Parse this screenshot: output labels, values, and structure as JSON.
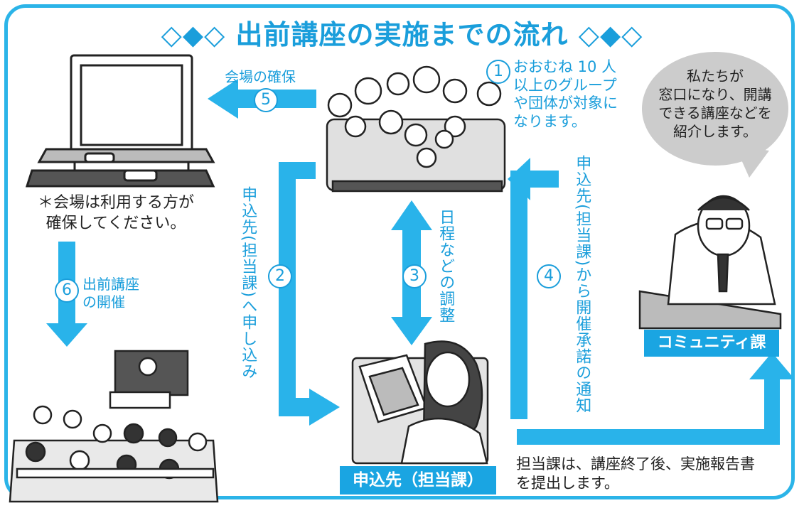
{
  "title": "◇◆◇ 出前講座の実施までの流れ ◇◆◇",
  "colors": {
    "accent": "#1a9edb",
    "frame": "#2bb4e8",
    "bubble": "#cccccc"
  },
  "steps": {
    "s1": {
      "num": "1",
      "text": "おおむね 10 人\n以上のグループ\nや団体が対象に\nなります。"
    },
    "s2": {
      "num": "2",
      "text": "申込先(担当課)へ申し込み"
    },
    "s3": {
      "num": "3",
      "text": "日程などの調整"
    },
    "s4": {
      "num": "4",
      "text": "申込先(担当課)から開催承諾の通知"
    },
    "s5": {
      "num": "5",
      "text": "会場の確保"
    },
    "s6": {
      "num": "6",
      "text": "出前講座\nの開催"
    }
  },
  "venue_note": "＊会場は利用する方が\n確保してください。",
  "speech_bubble": "私たちが\n窓口になり、開講\nできる講座などを\n紹介します。",
  "community_label": "コミュニティ課",
  "applicant_label": "申込先（担当課）",
  "report_note": "担当課は、講座終了後、実施報告書\nを提出します。",
  "icons": [
    "tv-screen-icon",
    "group-people-icon",
    "lecture-room-icon",
    "woman-laptop-icon",
    "officer-man-icon"
  ]
}
